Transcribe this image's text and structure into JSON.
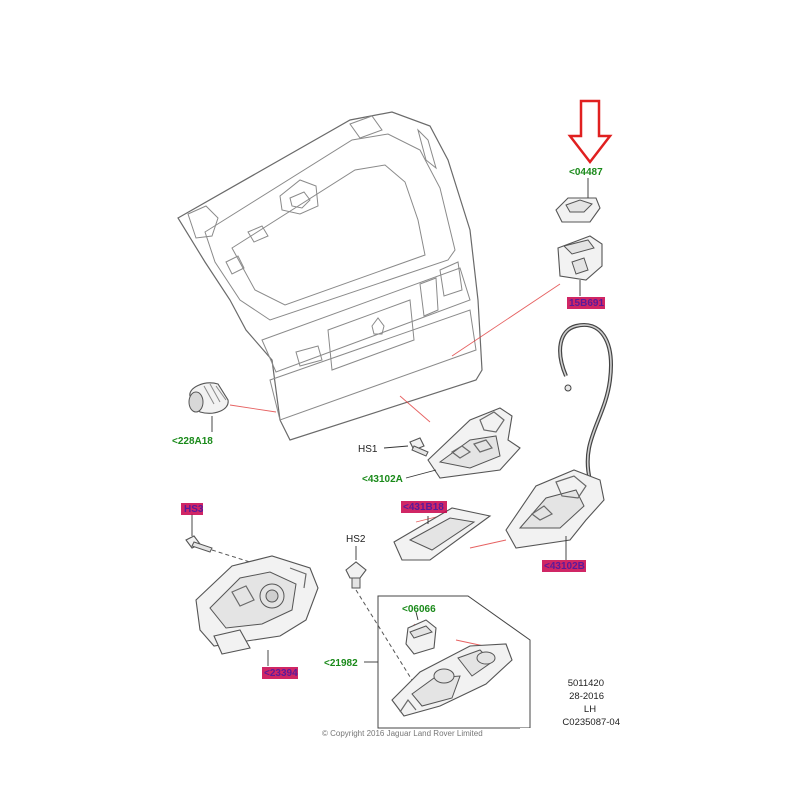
{
  "callouts": {
    "c04487": "<04487",
    "c15b691": "15B691",
    "c228a18": "<228A18",
    "hs1": "HS1",
    "c43102a": "<43102A",
    "hs3": "HS3",
    "c431b18": "<431B18",
    "c43102b": "<43102B",
    "hs2": "HS2",
    "c06066": "<06066",
    "c21982": "<21982",
    "c23394": "<23394"
  },
  "reference": {
    "line1": "5011420",
    "line2": "28-2016",
    "line3": "LH",
    "line4": "C0235087-04"
  },
  "copyright": "© Copyright 2016 Jaguar Land Rover Limited",
  "colors": {
    "callout_green": "#1a8a1a",
    "highlight": "#c8004a",
    "arrow_red": "#e02020"
  }
}
